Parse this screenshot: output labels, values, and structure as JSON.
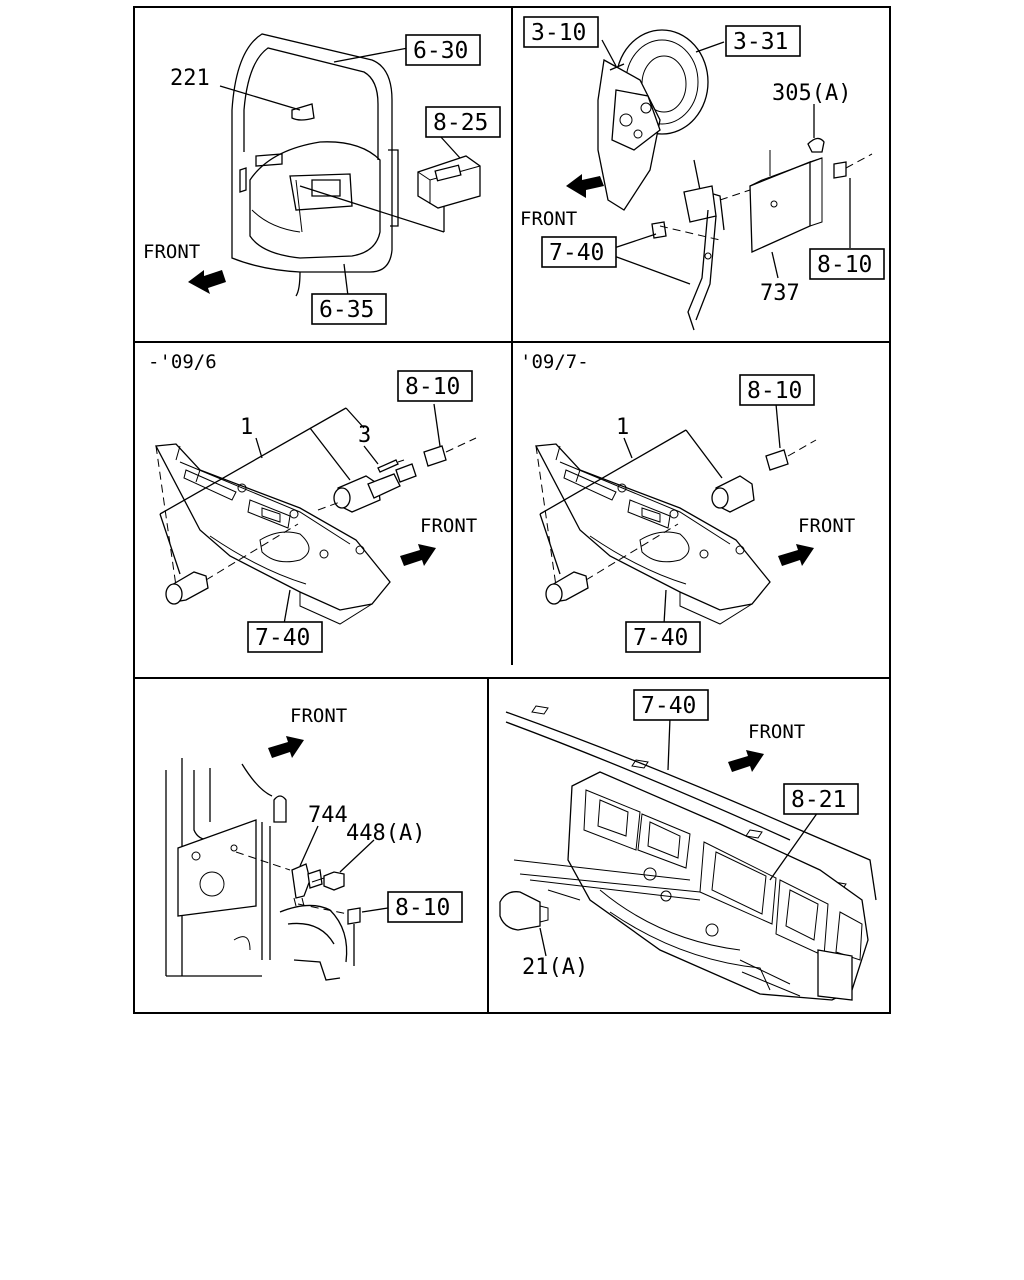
{
  "panels": {
    "door": {
      "refs": [
        "6-30",
        "8-25",
        "6-35"
      ],
      "parts": [
        "221"
      ],
      "front": "FRONT"
    },
    "actuator": {
      "refs": [
        "3-10",
        "3-31",
        "7-40",
        "8-10"
      ],
      "parts": [
        "305(A)",
        "737"
      ],
      "front": "FRONT"
    },
    "switch_early": {
      "date": "-'09/6",
      "refs": [
        "8-10",
        "7-40"
      ],
      "parts": [
        "1",
        "3"
      ],
      "front": "FRONT"
    },
    "switch_late": {
      "date": "'09/7-",
      "refs": [
        "8-10",
        "7-40"
      ],
      "parts": [
        "1"
      ],
      "front": "FRONT"
    },
    "sensor": {
      "refs": [
        "8-10"
      ],
      "parts": [
        "744",
        "448(A)"
      ],
      "front": "FRONT"
    },
    "dashboard": {
      "refs": [
        "7-40",
        "8-21"
      ],
      "parts": [
        "21(A)"
      ],
      "front": "FRONT"
    }
  }
}
